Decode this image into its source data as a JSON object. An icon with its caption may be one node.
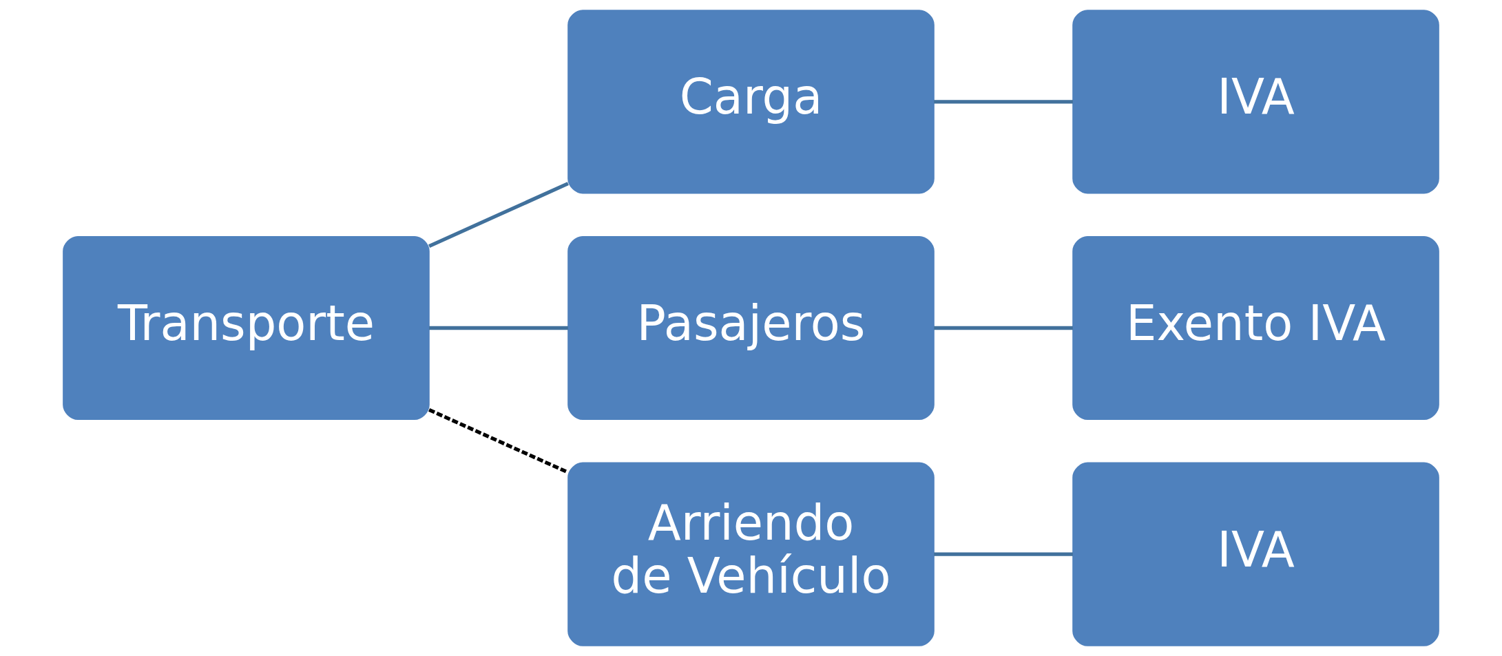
{
  "diagram": {
    "nodes": [
      {
        "text": [
          "Transporte"
        ]
      },
      {
        "text": [
          "Carga"
        ]
      },
      {
        "text": [
          "Pasajeros"
        ]
      },
      {
        "text": [
          "Arriendo de Vehículo"
        ]
      },
      {
        "text": [
          "IVA"
        ]
      },
      {
        "text": [
          "Exento IVA"
        ]
      },
      {
        "text": [
          "IVA"
        ]
      }
    ],
    "edges": [
      {
        "from": 0,
        "to": 1,
        "arrow": "none"
      },
      {
        "from": 0,
        "to": 2,
        "arrow": "none"
      },
      {
        "from": 0,
        "to": 3,
        "arrow": "none",
        "style": "dashed",
        "color": "#000000"
      },
      {
        "from": 1,
        "to": 4,
        "arrow": "none"
      },
      {
        "from": 2,
        "to": 5,
        "arrow": "none"
      },
      {
        "from": 3,
        "to": 6,
        "arrow": "none"
      }
    ]
  }
}
